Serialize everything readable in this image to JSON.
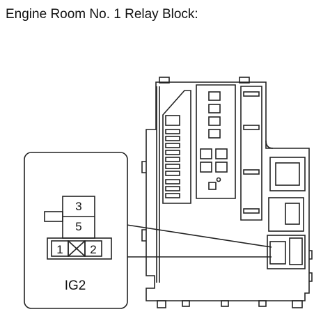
{
  "diagram": {
    "title": "Engine Room No. 1 Relay Block:",
    "relay": {
      "name": "IG2",
      "pins": {
        "top_upper": "3",
        "top_lower": "5",
        "left": "1",
        "right": "2"
      }
    }
  }
}
